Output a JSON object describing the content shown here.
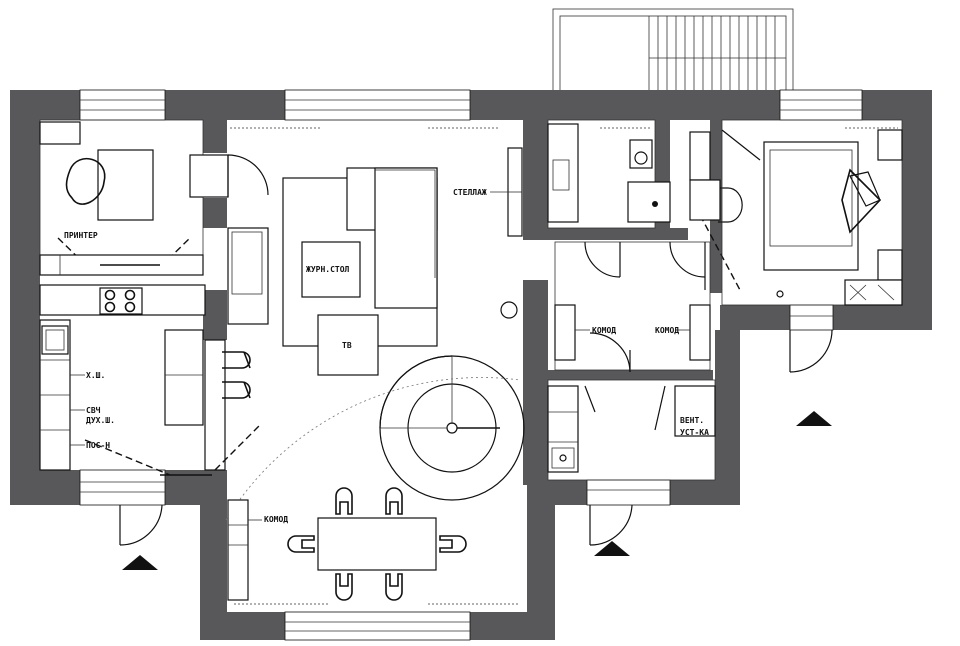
{
  "labels": {
    "coffee_table": "ЖУРН.СТОЛ",
    "tv": "ТВ",
    "shelving": "СТЕЛЛАЖ",
    "printer": "ПРИНТЕР",
    "fridge": "Х.Ш.",
    "microwave_oven": "СВЧ",
    "oven": "ДУХ.Ш.",
    "dishwasher": "ПОС-Н",
    "dresser_hall": "КОМОД",
    "dresser_left": "КОМОД",
    "dresser_right": "КОМОД",
    "vent_1": "ВЕНТ.",
    "vent_2": "УСТ-КА"
  },
  "entrances": [
    "entrance-left",
    "entrance-center",
    "entrance-right"
  ]
}
